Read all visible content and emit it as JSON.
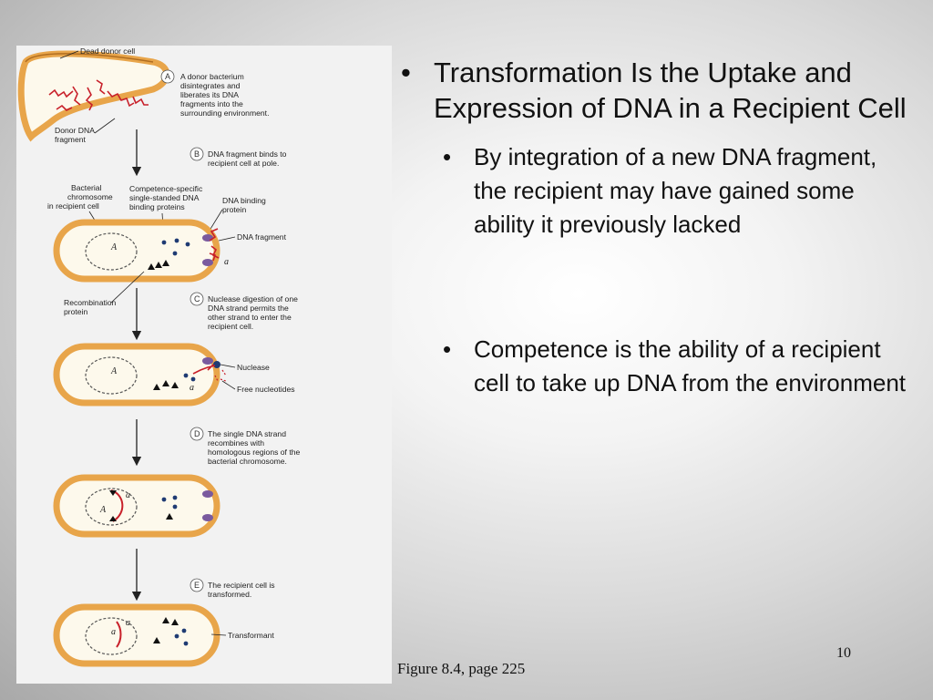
{
  "slide": {
    "main_bullet": "Transformation Is the Uptake and Expression of DNA in a Recipient Cell",
    "sub_bullets": [
      "By integration of a new DNA fragment, the recipient may have gained some ability it previously lacked",
      "Competence is the ability of a recipient cell to take up DNA from the environment"
    ],
    "caption": "Figure 8.4, page 225",
    "page_number": "10",
    "bullet_glyph": "•"
  },
  "figure": {
    "labels": {
      "dead_donor_cell": "Dead donor cell",
      "donor_dna_fragment": [
        "Donor DNA",
        "fragment"
      ],
      "bacterial_chromosome": [
        "Bacterial",
        "chromosome",
        "in recipient cell"
      ],
      "competence_proteins": [
        "Competence-specific",
        "single-standed DNA",
        "binding proteins"
      ],
      "dna_binding_protein": [
        "DNA binding",
        "protein"
      ],
      "dna_fragment": "DNA fragment",
      "recombination_protein": [
        "Recombination",
        "protein"
      ],
      "nuclease": "Nuclease",
      "free_nucleotides": "Free nucleotides",
      "transformant": "Transformant"
    },
    "steps": [
      {
        "letter": "A",
        "text": [
          "A donor bacterium",
          "disintegrates and",
          "liberates its DNA",
          "fragments into the",
          "surrounding environment."
        ]
      },
      {
        "letter": "B",
        "text": [
          "DNA fragment binds to",
          "recipient cell at pole."
        ]
      },
      {
        "letter": "C",
        "text": [
          "Nuclease digestion of one",
          "DNA strand permits the",
          "other strand to enter the",
          "recipient cell."
        ]
      },
      {
        "letter": "D",
        "text": [
          "The single DNA strand",
          "recombines with",
          "homologous regions of the",
          "bacterial chromosome."
        ]
      },
      {
        "letter": "E",
        "text": [
          "The recipient cell is",
          "transformed."
        ]
      }
    ],
    "gene_labels": {
      "upper": "A",
      "lower": "a"
    },
    "colors": {
      "cell_wall": "#e8a54a",
      "cell_fill": "#fdf9ec",
      "dna_red": "#c8202a",
      "protein_purple": "#7a5a9e",
      "nucleotide_blue": "#1f3b73"
    }
  }
}
